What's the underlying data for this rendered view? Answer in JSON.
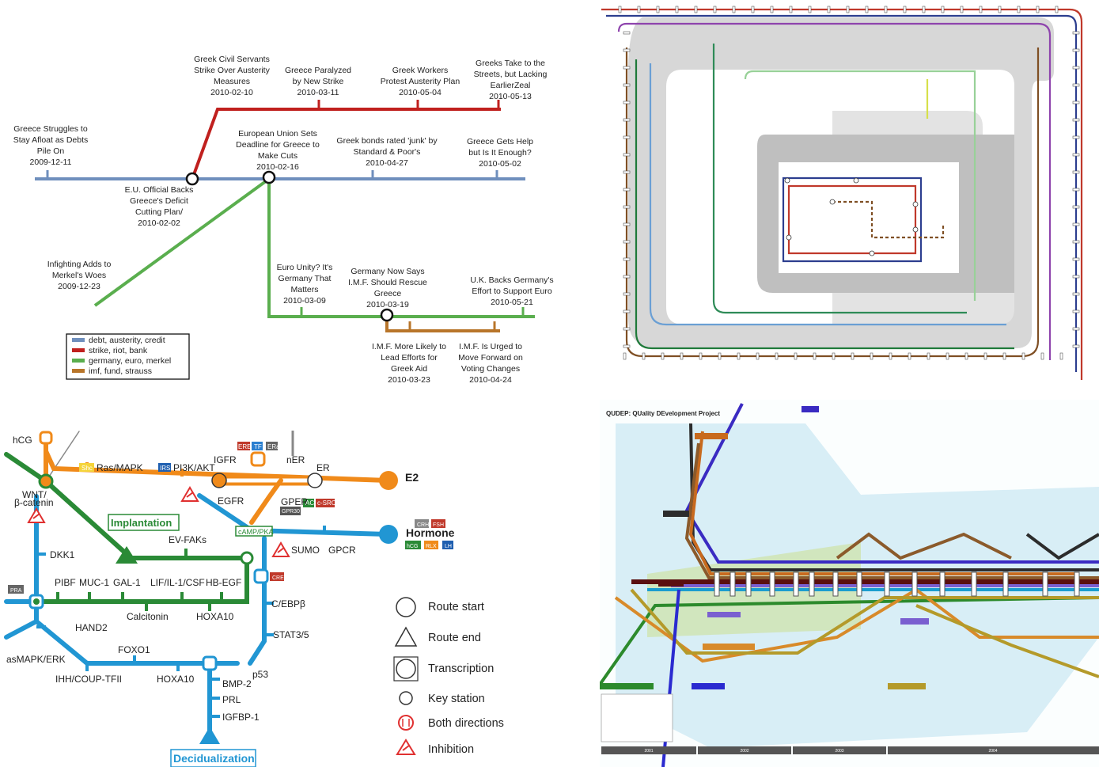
{
  "timeline": {
    "events": [
      {
        "title": [
          "Greece  Struggles to",
          "Stay Afloat as Debts",
          "Pile On"
        ],
        "date": "2009-12-11"
      },
      {
        "title": [
          "Greek Civil Servants",
          "Strike Over Austerity",
          "Measures"
        ],
        "date": "2010-02-10"
      },
      {
        "title": [
          "Greece Paralyzed",
          "by New Strike"
        ],
        "date": "2010-03-11"
      },
      {
        "title": [
          "Greek Workers",
          "Protest Austerity Plan"
        ],
        "date": "2010-05-04"
      },
      {
        "title": [
          "Greeks Take to the",
          "Streets, but Lacking",
          "EarlierZeal"
        ],
        "date": "2010-05-13"
      },
      {
        "title": [
          "European Union Sets",
          "Deadline for Greece to",
          "Make Cuts"
        ],
        "date": "2010-02-16"
      },
      {
        "title": [
          "Greek bonds rated 'junk' by",
          "Standard & Poor's"
        ],
        "date": "2010-04-27"
      },
      {
        "title": [
          "Greece Gets Help",
          "but Is It Enough?"
        ],
        "date": "2010-05-02"
      },
      {
        "title": [
          "E.U. Official Backs",
          "Greece's Deficit",
          "Cutting Plan/"
        ],
        "date": "2010-02-02"
      },
      {
        "title": [
          "Infighting Adds to",
          "Merkel's Woes"
        ],
        "date": "2009-12-23"
      },
      {
        "title": [
          "Euro Unity? It's",
          "Germany That",
          "Matters"
        ],
        "date": "2010-03-09"
      },
      {
        "title": [
          "Germany Now Says",
          "I.M.F. Should Rescue",
          "Greece"
        ],
        "date": "2010-03-19"
      },
      {
        "title": [
          "U.K. Backs Germany's",
          "Effort to Support Euro"
        ],
        "date": "2010-05-21"
      },
      {
        "title": [
          "I.M.F. More Likely to",
          "Lead Efforts for",
          "Greek Aid"
        ],
        "date": "2010-03-23"
      },
      {
        "title": [
          "I.M.F. Is Urged to",
          "Move Forward on",
          "Voting Changes"
        ],
        "date": "2010-04-24"
      }
    ],
    "legend": [
      {
        "label": "debt, austerity, credit",
        "color": "#6f8fbd"
      },
      {
        "label": "strike, riot, bank",
        "color": "#c0201e"
      },
      {
        "label": "germany, euro, merkel",
        "color": "#5aae4e"
      },
      {
        "label": "imf, fund, strauss",
        "color": "#b8752a"
      }
    ]
  },
  "pathway": {
    "labels": {
      "hcg": "hCG",
      "shc": "Shc",
      "rasmapk": "Ras/MAPK",
      "irs1": "IRS1",
      "pi3k": "PI3K/AKT",
      "igfr": "IGFR",
      "ere": "ERE",
      "tf": "TF",
      "era": "ERa",
      "ner": "nER",
      "er": "ER",
      "e2": "E2",
      "wnt": "WNT/",
      "bcat": "β-catenin",
      "egfr": "EGFR",
      "gper": "GPER",
      "ac": "AC",
      "csrc": "c-SRC",
      "gpr30": "GPR30",
      "camp": "cAMP/PKA",
      "crh": "CRH",
      "fsh": "FSH",
      "hormone": "Hormone",
      "hcg2": "hCG",
      "rlx": "RLX",
      "lh": "LH",
      "implantation": "Implantation",
      "evfaks": "EV-FAKs",
      "sumo": "SUMO",
      "gpcr": "GPCR",
      "dkk1": "DKK1",
      "cre": "CRE",
      "pra": "PRA",
      "pibf": "PIBF",
      "muc1": "MUC-1",
      "gal1": "GAL-1",
      "lif": "LIF/IL-1/CSF",
      "hbegf": "HB-EGF",
      "cebp": "C/EBPβ",
      "calcitonin": "Calcitonin",
      "hoxa10a": "HOXA10",
      "hand2": "HAND2",
      "stat": "STAT3/5",
      "foxo1": "FOXO1",
      "rasmapkerk": "asMAPK/ERK",
      "ihh": "IHH/COUP-TFII",
      "hoxa10b": "HOXA10",
      "p53": "p53",
      "bmp2": "BMP-2",
      "prl": "PRL",
      "igfbp1": "IGFBP-1",
      "decid": "Decidualization"
    },
    "legend": [
      {
        "icon": "route-start",
        "label": "Route start"
      },
      {
        "icon": "route-end",
        "label": "Route end"
      },
      {
        "icon": "transcription",
        "label": "Transcription"
      },
      {
        "icon": "key-station",
        "label": "Key station"
      },
      {
        "icon": "both-directions",
        "label": "Both directions"
      },
      {
        "icon": "inhibition",
        "label": "Inhibition"
      }
    ]
  },
  "qudep": {
    "title": "QUDEP: QUality DEvelopment Project",
    "years": [
      "2001",
      "2002",
      "2003",
      "2004"
    ]
  }
}
